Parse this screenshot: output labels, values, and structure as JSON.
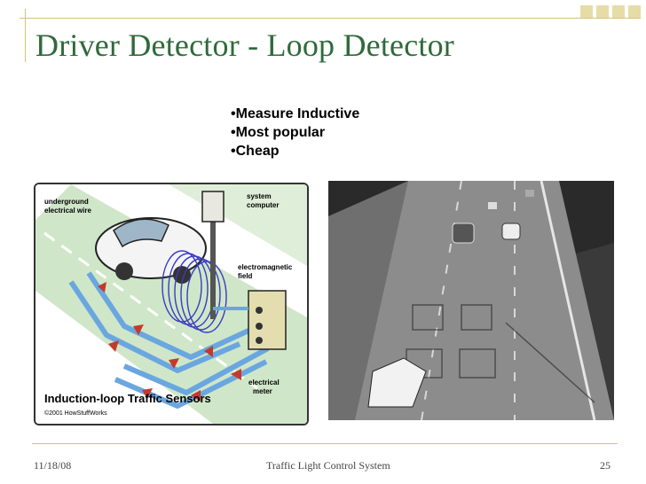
{
  "slide": {
    "title": "Driver Detector - Loop Detector",
    "bullets": [
      "Measure Inductive",
      "Most popular",
      "Cheap"
    ],
    "bullet_glyph": "•"
  },
  "diagram": {
    "labels": {
      "wire_line1": "underground",
      "wire_line2": "electrical wire",
      "computer_line1": "system",
      "computer_line2": "computer",
      "field_line1": "electromagnetic",
      "field_line2": "field",
      "meter_line1": "electrical",
      "meter_line2": "meter",
      "caption": "Induction-loop Traffic Sensors",
      "credit": "©2001 HowStuffWorks"
    }
  },
  "footer": {
    "date": "11/18/08",
    "center": "Traffic Light Control System",
    "page": "25"
  },
  "colors": {
    "title": "#2f6a3a",
    "decor": "#d2c27a",
    "road": "#cfe7c8",
    "loop": "#6aa6e0",
    "arrow": "#c43a2a"
  }
}
